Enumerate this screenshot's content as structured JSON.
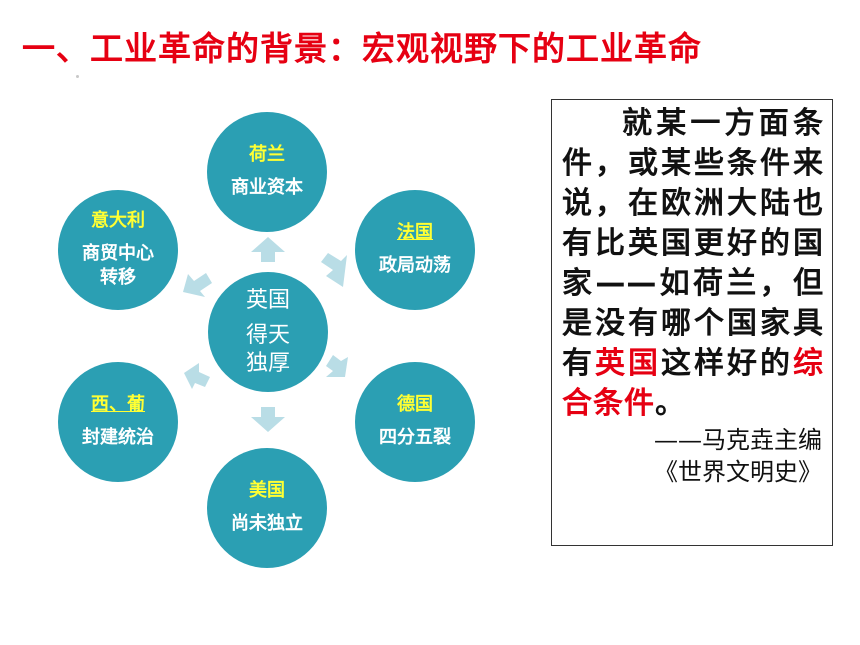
{
  "title": "一、工业革命的背景：宏观视野下的工业革命",
  "diagram": {
    "center": {
      "line1": "英国",
      "line2": "得天独厚"
    },
    "nodes": [
      {
        "name": "荷兰",
        "desc": "商业资本"
      },
      {
        "name": "法国",
        "desc": "政局动荡"
      },
      {
        "name": "德国",
        "desc": "四分五裂"
      },
      {
        "name": "美国",
        "desc": "尚未独立"
      },
      {
        "name": "西、葡",
        "desc": "封建统治"
      },
      {
        "name": "意大利",
        "desc": "商贸中心转移"
      }
    ],
    "colors": {
      "circle": "#2b9fb3",
      "arrow": "#b9dde6",
      "name": "#ffff33"
    }
  },
  "quote": {
    "text_part1": "就某一方面条件，或某些条件来说，在欧洲大陆也有比英国更好的国家——如荷兰，但是没有哪个国家具有",
    "highlight1": "英国",
    "text_part2": "这样好的",
    "highlight2": "综合条件",
    "text_part3": "。",
    "source_author": "——马克垚主编",
    "source_book": "《世界文明史》"
  }
}
